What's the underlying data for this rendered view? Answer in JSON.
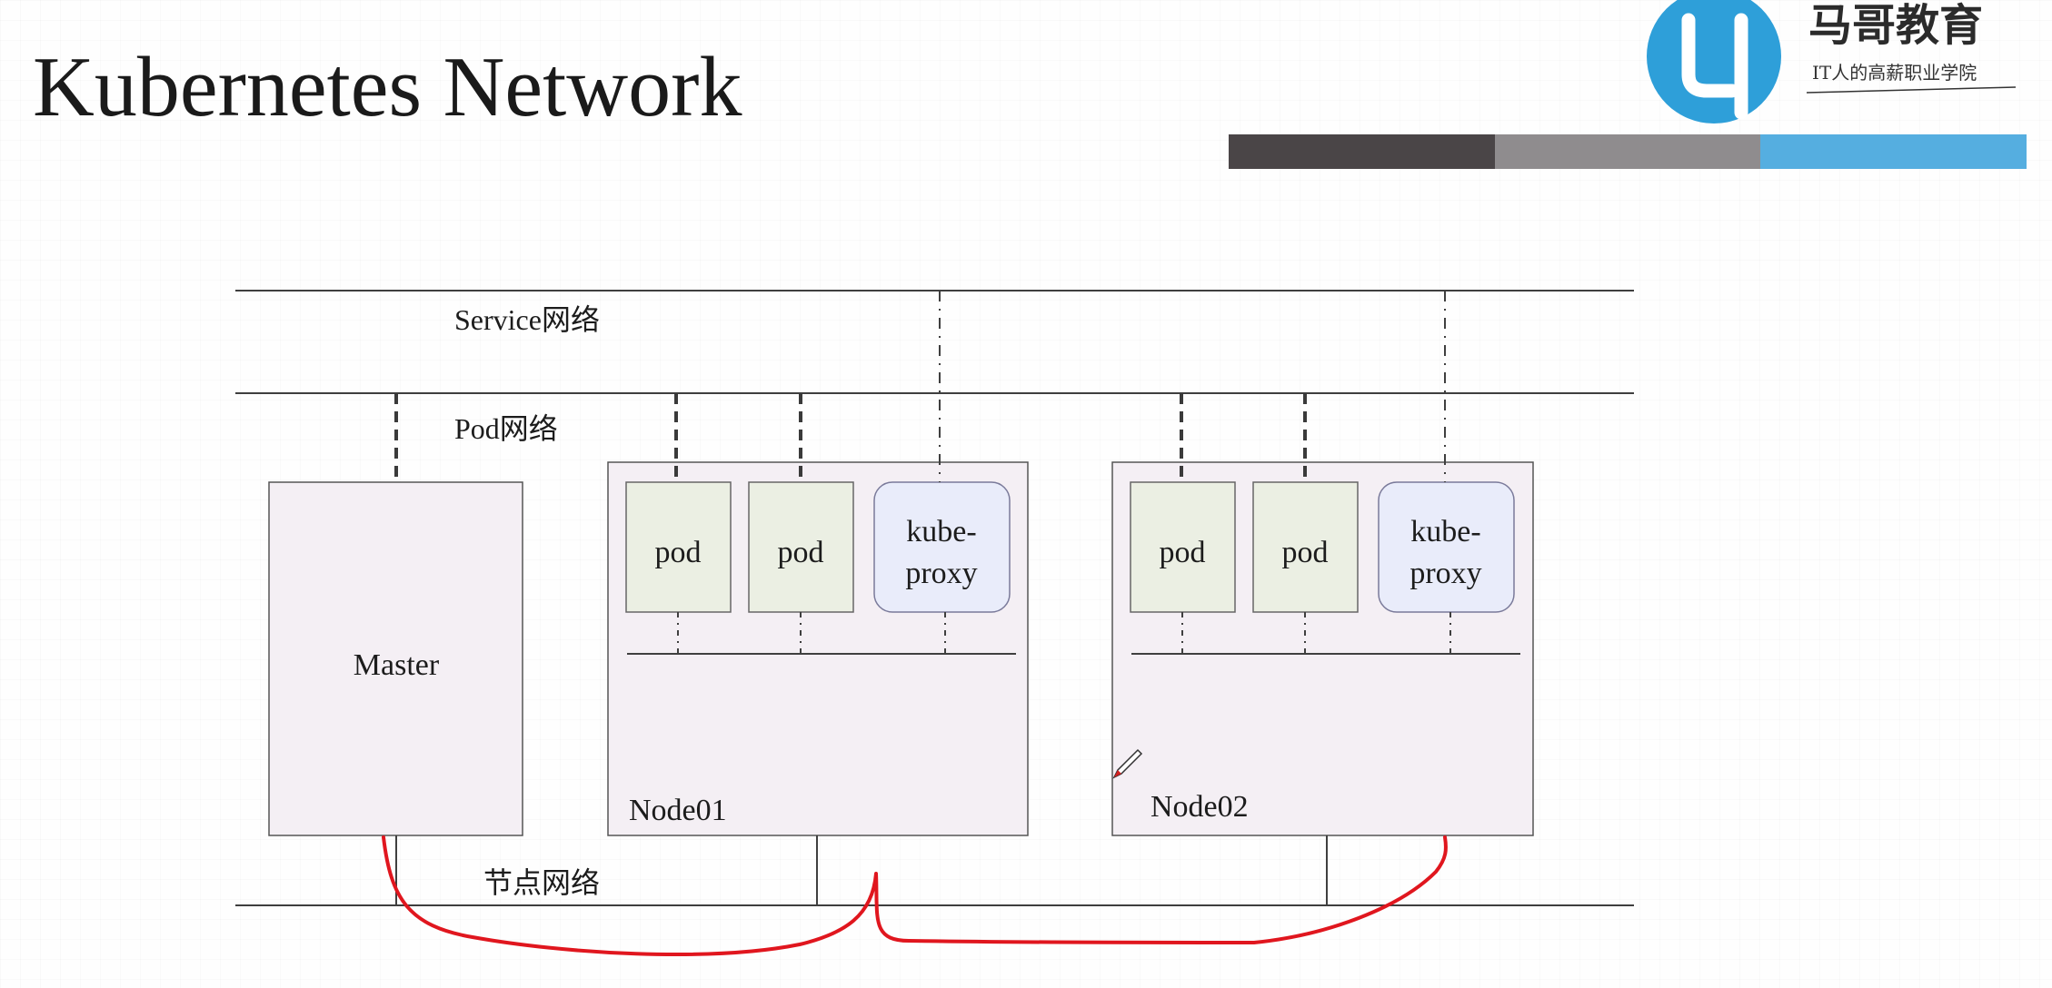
{
  "slide": {
    "title": "Kubernetes Network"
  },
  "logo": {
    "name": "马哥教育",
    "slogan": "IT人的高薪职业学院",
    "colors": {
      "primary": "#2e9fd9",
      "bar_dark": "#4a4547",
      "bar_mid": "#8f8c8e",
      "bar_light": "#55aee0"
    }
  },
  "diagram": {
    "networks": {
      "service": "Service网络",
      "pod": "Pod网络",
      "node": "节点网络"
    },
    "master": {
      "label": "Master"
    },
    "nodes": [
      {
        "label": "Node01",
        "pods": [
          "pod",
          "pod"
        ],
        "proxy": [
          "kube-",
          "proxy"
        ]
      },
      {
        "label": "Node02",
        "pods": [
          "pod",
          "pod"
        ],
        "proxy": [
          "kube-",
          "proxy"
        ]
      }
    ],
    "colors": {
      "box_fill": "#f4eff4",
      "pod_fill": "#ebefe3",
      "proxy_fill": "#e9ecfa",
      "line": "#3f3f3f",
      "annotation": "#e0161e"
    }
  }
}
